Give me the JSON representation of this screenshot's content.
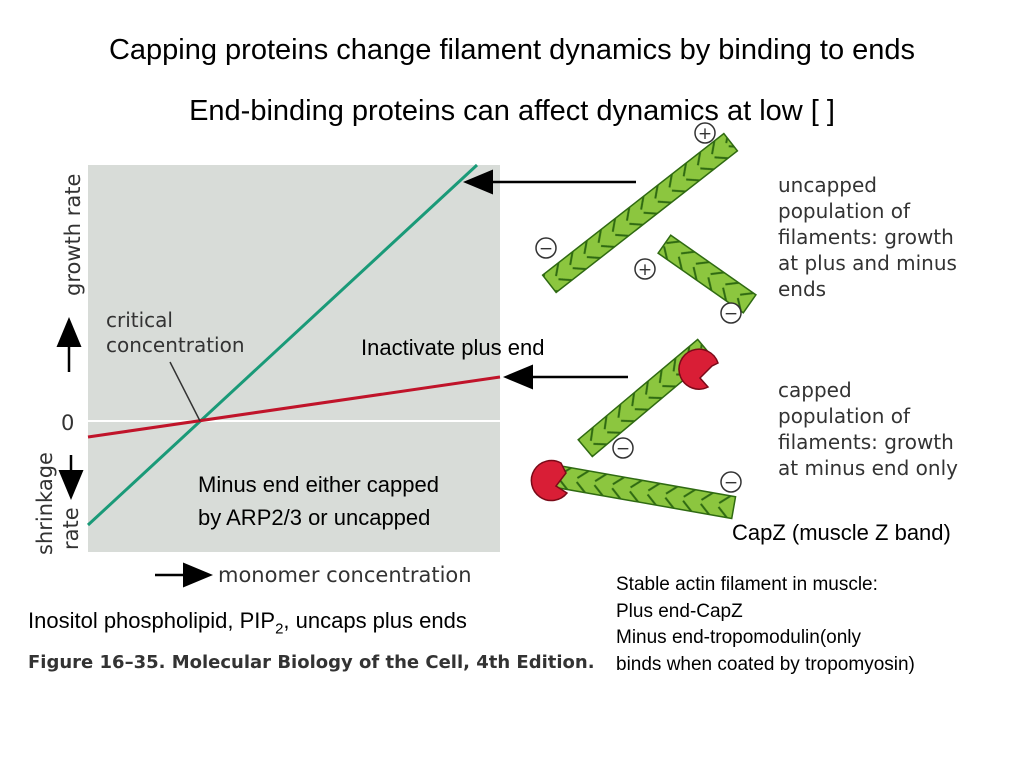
{
  "slide": {
    "title": "Capping proteins change filament dynamics by binding to ends",
    "subtitle": "End-binding proteins can affect dynamics at low [  ]"
  },
  "figure": {
    "ylabel_top": "growth rate",
    "ylabel_bottom_1": "shrinkage",
    "ylabel_bottom_2": "rate",
    "zero_label": "0",
    "critical_1": "critical",
    "critical_2": "concentration",
    "xlabel": "monomer concentration",
    "caption": "Figure 16–35. Molecular Biology of the Cell, 4th Edition.",
    "uncapped_label": [
      "uncapped",
      "population of",
      "filaments: growth",
      "at plus and minus",
      "ends"
    ],
    "capped_label": [
      "capped",
      "population of",
      "filaments: growth",
      "at minus end only"
    ],
    "plus_sign": "+",
    "minus_sign": "−",
    "colors": {
      "panel_bg": "#d8dcd8",
      "uncapped_line": "#1a9a78",
      "capped_line": "#c0142a",
      "filament": "#8cc63f",
      "cap": "#d91e36"
    }
  },
  "annotations": {
    "inactivate": "Inactivate plus end",
    "minus_end_1": "Minus end either capped",
    "minus_end_2": "by ARP2/3 or uncapped",
    "capz": "CapZ (muscle Z band)",
    "pip2_prefix": "Inositol phospholipid, PIP",
    "pip2_sub": "2",
    "pip2_suffix": ", uncaps plus ends",
    "stable": [
      "Stable actin filament in muscle:",
      "Plus end-CapZ",
      "Minus end-tropomodulin(only",
      "binds when coated by tropomyosin)"
    ]
  }
}
